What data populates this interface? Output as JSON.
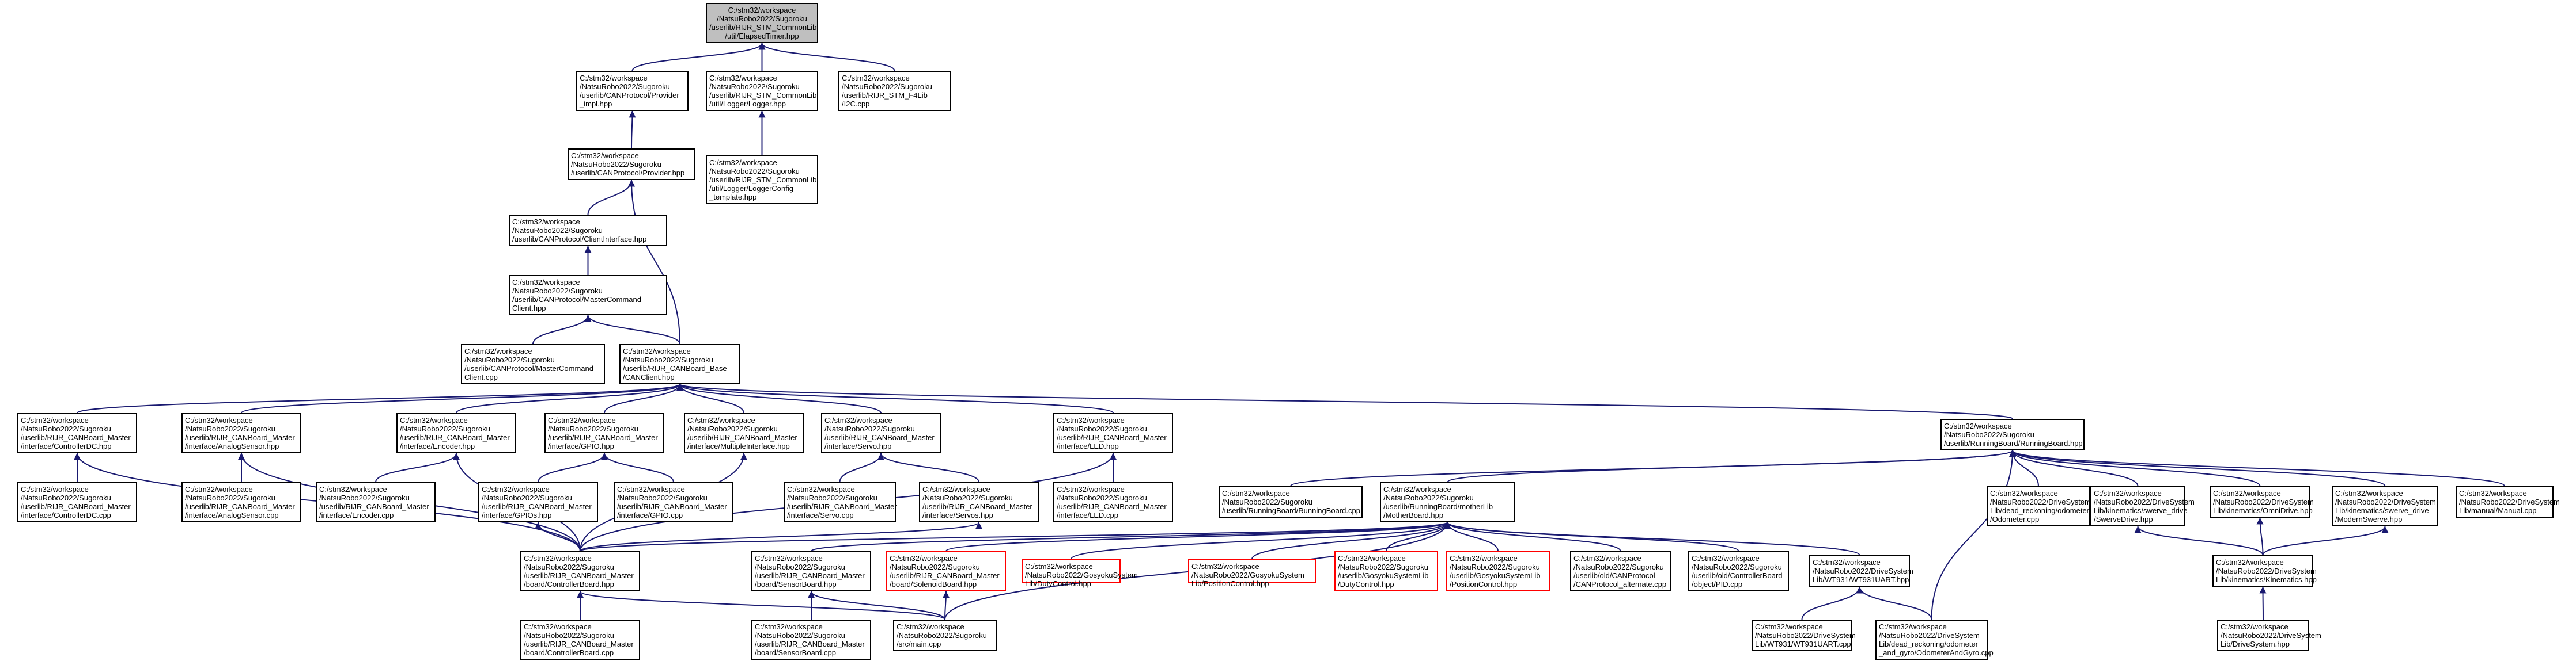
{
  "diagram": {
    "type": "include-dependency-graph",
    "colors": {
      "edge": "#191970",
      "node_border": "#000000",
      "root_fill": "#bfbfbf",
      "missing_node_border": "#ff0000"
    },
    "nodes": [
      {
        "id": "n0",
        "label": "C:/stm32/workspace\n/NatsuRobo2022/Sugoroku\n/userlib/RIJR_STM_CommonLib\n/util/ElapsedTimer.hpp",
        "style": "root"
      },
      {
        "id": "n1",
        "label": "C:/stm32/workspace\n/NatsuRobo2022/Sugoroku\n/userlib/CANProtocol/Provider\n_impl.hpp",
        "style": "normal"
      },
      {
        "id": "n2",
        "label": "C:/stm32/workspace\n/NatsuRobo2022/Sugoroku\n/userlib/RIJR_STM_CommonLib\n/util/Logger/Logger.hpp",
        "style": "normal"
      },
      {
        "id": "n3",
        "label": "C:/stm32/workspace\n/NatsuRobo2022/Sugoroku\n/userlib/RIJR_STM_F4Lib\n/I2C.cpp",
        "style": "normal"
      },
      {
        "id": "n4",
        "label": "C:/stm32/workspace\n/NatsuRobo2022/Sugoroku\n/userlib/CANProtocol/Provider.hpp",
        "style": "normal"
      },
      {
        "id": "n5",
        "label": "C:/stm32/workspace\n/NatsuRobo2022/Sugoroku\n/userlib/RIJR_STM_CommonLib\n/util/Logger/LoggerConfig\n_template.hpp",
        "style": "normal"
      },
      {
        "id": "n6",
        "label": "C:/stm32/workspace\n/NatsuRobo2022/Sugoroku\n/userlib/CANProtocol/ClientInterface.hpp",
        "style": "normal"
      },
      {
        "id": "n7",
        "label": "C:/stm32/workspace\n/NatsuRobo2022/Sugoroku\n/userlib/CANProtocol/MasterCommand\nClient.hpp",
        "style": "normal"
      },
      {
        "id": "n8",
        "label": "C:/stm32/workspace\n/NatsuRobo2022/Sugoroku\n/userlib/CANProtocol/MasterCommand\nClient.cpp",
        "style": "normal"
      },
      {
        "id": "n9",
        "label": "C:/stm32/workspace\n/NatsuRobo2022/Sugoroku\n/userlib/RIJR_CANBoard_Base\n/CANClient.hpp",
        "style": "normal"
      },
      {
        "id": "n10",
        "label": "C:/stm32/workspace\n/NatsuRobo2022/Sugoroku\n/userlib/RIJR_CANBoard_Master\n/interface/ControllerDC.hpp",
        "style": "normal"
      },
      {
        "id": "n11",
        "label": "C:/stm32/workspace\n/NatsuRobo2022/Sugoroku\n/userlib/RIJR_CANBoard_Master\n/interface/AnalogSensor.hpp",
        "style": "normal"
      },
      {
        "id": "n12",
        "label": "C:/stm32/workspace\n/NatsuRobo2022/Sugoroku\n/userlib/RIJR_CANBoard_Master\n/interface/Encoder.hpp",
        "style": "normal"
      },
      {
        "id": "n13",
        "label": "C:/stm32/workspace\n/NatsuRobo2022/Sugoroku\n/userlib/RIJR_CANBoard_Master\n/interface/GPIO.hpp",
        "style": "normal"
      },
      {
        "id": "n14",
        "label": "C:/stm32/workspace\n/NatsuRobo2022/Sugoroku\n/userlib/RIJR_CANBoard_Master\n/interface/MultipleInterface.hpp",
        "style": "normal"
      },
      {
        "id": "n15",
        "label": "C:/stm32/workspace\n/NatsuRobo2022/Sugoroku\n/userlib/RIJR_CANBoard_Master\n/interface/Servo.hpp",
        "style": "normal"
      },
      {
        "id": "n16",
        "label": "C:/stm32/workspace\n/NatsuRobo2022/Sugoroku\n/userlib/RIJR_CANBoard_Master\n/interface/LED.hpp",
        "style": "normal"
      },
      {
        "id": "n17",
        "label": "C:/stm32/workspace\n/NatsuRobo2022/Sugoroku\n/userlib/RunningBoard/RunningBoard.hpp",
        "style": "normal"
      },
      {
        "id": "n18",
        "label": "C:/stm32/workspace\n/NatsuRobo2022/Sugoroku\n/userlib/RIJR_CANBoard_Master\n/interface/ControllerDC.cpp",
        "style": "normal"
      },
      {
        "id": "n19",
        "label": "C:/stm32/workspace\n/NatsuRobo2022/Sugoroku\n/userlib/RIJR_CANBoard_Master\n/interface/AnalogSensor.cpp",
        "style": "normal"
      },
      {
        "id": "n20",
        "label": "C:/stm32/workspace\n/NatsuRobo2022/Sugoroku\n/userlib/RIJR_CANBoard_Master\n/interface/Encoder.cpp",
        "style": "normal"
      },
      {
        "id": "n21",
        "label": "C:/stm32/workspace\n/NatsuRobo2022/Sugoroku\n/userlib/RIJR_CANBoard_Master\n/interface/GPIOs.hpp",
        "style": "normal"
      },
      {
        "id": "n22",
        "label": "C:/stm32/workspace\n/NatsuRobo2022/Sugoroku\n/userlib/RIJR_CANBoard_Master\n/interface/GPIO.cpp",
        "style": "normal"
      },
      {
        "id": "n23",
        "label": "C:/stm32/workspace\n/NatsuRobo2022/Sugoroku\n/userlib/RIJR_CANBoard_Master\n/interface/Servo.cpp",
        "style": "normal"
      },
      {
        "id": "n24",
        "label": "C:/stm32/workspace\n/NatsuRobo2022/Sugoroku\n/userlib/RIJR_CANBoard_Master\n/interface/Servos.hpp",
        "style": "normal"
      },
      {
        "id": "n25",
        "label": "C:/stm32/workspace\n/NatsuRobo2022/Sugoroku\n/userlib/RIJR_CANBoard_Master\n/interface/LED.cpp",
        "style": "normal"
      },
      {
        "id": "n26",
        "label": "C:/stm32/workspace\n/NatsuRobo2022/Sugoroku\n/userlib/RunningBoard/RunningBoard.cpp",
        "style": "normal"
      },
      {
        "id": "n27",
        "label": "C:/stm32/workspace\n/NatsuRobo2022/Sugoroku\n/userlib/RunningBoard/motherLib\n/MotherBoard.hpp",
        "style": "normal"
      },
      {
        "id": "n28",
        "label": "C:/stm32/workspace\n/NatsuRobo2022/DriveSystem\nLib/dead_reckoning/odometer\n/Odometer.cpp",
        "style": "normal"
      },
      {
        "id": "n29",
        "label": "C:/stm32/workspace\n/NatsuRobo2022/DriveSystem\nLib/kinematics/swerve_drive\n/SwerveDrive.hpp",
        "style": "normal"
      },
      {
        "id": "n30",
        "label": "C:/stm32/workspace\n/NatsuRobo2022/DriveSystem\nLib/kinematics/OmniDrive.hpp",
        "style": "normal"
      },
      {
        "id": "n31",
        "label": "C:/stm32/workspace\n/NatsuRobo2022/DriveSystem\nLib/kinematics/swerve_drive\n/ModernSwerve.hpp",
        "style": "normal"
      },
      {
        "id": "n32",
        "label": "C:/stm32/workspace\n/NatsuRobo2022/DriveSystem\nLib/manual/Manual.cpp",
        "style": "normal"
      },
      {
        "id": "n33",
        "label": "C:/stm32/workspace\n/NatsuRobo2022/Sugoroku\n/userlib/RIJR_CANBoard_Master\n/board/ControllerBoard.hpp",
        "style": "normal"
      },
      {
        "id": "n34",
        "label": "C:/stm32/workspace\n/NatsuRobo2022/Sugoroku\n/userlib/RIJR_CANBoard_Master\n/board/SensorBoard.hpp",
        "style": "normal"
      },
      {
        "id": "n35",
        "label": "C:/stm32/workspace\n/NatsuRobo2022/Sugoroku\n/userlib/RIJR_CANBoard_Master\n/board/SolenoidBoard.hpp",
        "style": "missing"
      },
      {
        "id": "n36",
        "label": "C:/stm32/workspace\n/NatsuRobo2022/GosyokuSystem\nLib/DutyControl.hpp",
        "style": "missing"
      },
      {
        "id": "n37",
        "label": "C:/stm32/workspace\n/NatsuRobo2022/GosyokuSystem\nLib/PositionControl.hpp",
        "style": "missing"
      },
      {
        "id": "n38",
        "label": "C:/stm32/workspace\n/NatsuRobo2022/Sugoroku\n/userlib/GosyokuSystemLib\n/DutyControl.hpp",
        "style": "missing"
      },
      {
        "id": "n39",
        "label": "C:/stm32/workspace\n/NatsuRobo2022/Sugoroku\n/userlib/GosyokuSystemLib\n/PositionControl.hpp",
        "style": "missing"
      },
      {
        "id": "n40",
        "label": "C:/stm32/workspace\n/NatsuRobo2022/Sugoroku\n/userlib/old/CANProtocol\n/CANProtocol_alternate.cpp",
        "style": "normal"
      },
      {
        "id": "n41",
        "label": "C:/stm32/workspace\n/NatsuRobo2022/Sugoroku\n/userlib/old/ControllerBoard\n/object/PID.cpp",
        "style": "normal"
      },
      {
        "id": "n42",
        "label": "C:/stm32/workspace\n/NatsuRobo2022/DriveSystem\nLib/WT931/WT931UART.hpp",
        "style": "normal"
      },
      {
        "id": "n43",
        "label": "C:/stm32/workspace\n/NatsuRobo2022/DriveSystem\nLib/kinematics/Kinematics.hpp",
        "style": "normal"
      },
      {
        "id": "n44",
        "label": "C:/stm32/workspace\n/NatsuRobo2022/Sugoroku\n/userlib/RIJR_CANBoard_Master\n/board/ControllerBoard.cpp",
        "style": "normal"
      },
      {
        "id": "n45",
        "label": "C:/stm32/workspace\n/NatsuRobo2022/Sugoroku\n/userlib/RIJR_CANBoard_Master\n/board/SensorBoard.cpp",
        "style": "normal"
      },
      {
        "id": "n46",
        "label": "C:/stm32/workspace\n/NatsuRobo2022/Sugoroku\n/src/main.cpp",
        "style": "normal"
      },
      {
        "id": "n47",
        "label": "C:/stm32/workspace\n/NatsuRobo2022/DriveSystem\nLib/WT931/WT931UART.cpp",
        "style": "normal"
      },
      {
        "id": "n48",
        "label": "C:/stm32/workspace\n/NatsuRobo2022/DriveSystem\nLib/dead_reckoning/odometer\n_and_gyro/OdometerAndGyro.cpp",
        "style": "normal"
      },
      {
        "id": "n49",
        "label": "C:/stm32/workspace\n/NatsuRobo2022/DriveSystem\nLib/DriveSystem.hpp",
        "style": "normal"
      }
    ],
    "edges": [
      [
        "n1",
        "n0"
      ],
      [
        "n2",
        "n0"
      ],
      [
        "n3",
        "n0"
      ],
      [
        "n4",
        "n1"
      ],
      [
        "n5",
        "n2"
      ],
      [
        "n6",
        "n4"
      ],
      [
        "n9",
        "n4"
      ],
      [
        "n7",
        "n6"
      ],
      [
        "n8",
        "n7"
      ],
      [
        "n9",
        "n7"
      ],
      [
        "n10",
        "n9"
      ],
      [
        "n11",
        "n9"
      ],
      [
        "n12",
        "n9"
      ],
      [
        "n13",
        "n9"
      ],
      [
        "n14",
        "n9"
      ],
      [
        "n15",
        "n9"
      ],
      [
        "n16",
        "n9"
      ],
      [
        "n17",
        "n9"
      ],
      [
        "n18",
        "n10"
      ],
      [
        "n33",
        "n10"
      ],
      [
        "n19",
        "n11"
      ],
      [
        "n33",
        "n11"
      ],
      [
        "n20",
        "n12"
      ],
      [
        "n33",
        "n12"
      ],
      [
        "n21",
        "n13"
      ],
      [
        "n22",
        "n13"
      ],
      [
        "n33",
        "n14"
      ],
      [
        "n23",
        "n15"
      ],
      [
        "n24",
        "n15"
      ],
      [
        "n25",
        "n16"
      ],
      [
        "n33",
        "n16"
      ],
      [
        "n33",
        "n21"
      ],
      [
        "n33",
        "n24"
      ],
      [
        "n26",
        "n17"
      ],
      [
        "n27",
        "n17"
      ],
      [
        "n28",
        "n17"
      ],
      [
        "n29",
        "n17"
      ],
      [
        "n30",
        "n17"
      ],
      [
        "n31",
        "n17"
      ],
      [
        "n32",
        "n17"
      ],
      [
        "n48",
        "n17"
      ],
      [
        "n33",
        "n27"
      ],
      [
        "n34",
        "n27"
      ],
      [
        "n35",
        "n27"
      ],
      [
        "n36",
        "n27"
      ],
      [
        "n37",
        "n27"
      ],
      [
        "n38",
        "n27"
      ],
      [
        "n39",
        "n27"
      ],
      [
        "n40",
        "n27"
      ],
      [
        "n41",
        "n27"
      ],
      [
        "n42",
        "n27"
      ],
      [
        "n46",
        "n27"
      ],
      [
        "n43",
        "n29"
      ],
      [
        "n43",
        "n30"
      ],
      [
        "n43",
        "n31"
      ],
      [
        "n49",
        "n43"
      ],
      [
        "n44",
        "n33"
      ],
      [
        "n46",
        "n33"
      ],
      [
        "n45",
        "n34"
      ],
      [
        "n46",
        "n34"
      ],
      [
        "n46",
        "n35"
      ],
      [
        "n47",
        "n42"
      ],
      [
        "n48",
        "n42"
      ]
    ]
  }
}
